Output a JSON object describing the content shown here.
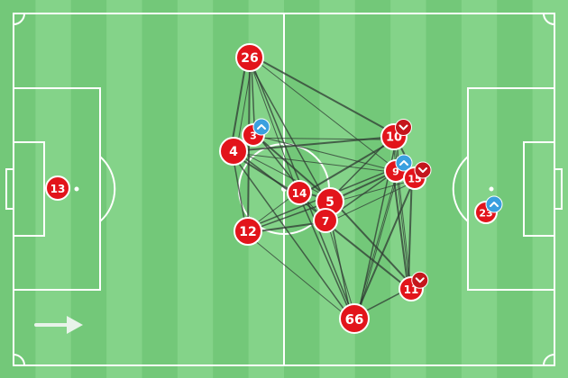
{
  "colors": {
    "pitch_light": "#84d389",
    "pitch_dark": "#73c879",
    "lines": "#ffffff",
    "pass_line": "#2f3a33",
    "player_fill": "#e2141b",
    "player_stroke": "#ffffff",
    "sub_off_badge": "#c4161c",
    "sub_on_badge": "#3aa0df"
  },
  "players": [
    {
      "number": "26",
      "sub": ""
    },
    {
      "number": "3",
      "sub": "on"
    },
    {
      "number": "4",
      "sub": ""
    },
    {
      "number": "14",
      "sub": ""
    },
    {
      "number": "5",
      "sub": ""
    },
    {
      "number": "7",
      "sub": ""
    },
    {
      "number": "12",
      "sub": ""
    },
    {
      "number": "10",
      "sub": "off"
    },
    {
      "number": "9",
      "sub": "on"
    },
    {
      "number": "15",
      "sub": "off"
    },
    {
      "number": "66",
      "sub": ""
    },
    {
      "number": "11",
      "sub": "off"
    },
    {
      "number": "13",
      "sub": ""
    },
    {
      "number": "23",
      "sub": "on"
    }
  ],
  "passes": [
    [
      "26",
      "4"
    ],
    [
      "26",
      "3"
    ],
    [
      "26",
      "12"
    ],
    [
      "26",
      "14"
    ],
    [
      "26",
      "5"
    ],
    [
      "26",
      "10"
    ],
    [
      "26",
      "9"
    ],
    [
      "26",
      "66"
    ],
    [
      "3",
      "4"
    ],
    [
      "3",
      "10"
    ],
    [
      "3",
      "14"
    ],
    [
      "3",
      "5"
    ],
    [
      "3",
      "9"
    ],
    [
      "4",
      "12"
    ],
    [
      "4",
      "14"
    ],
    [
      "4",
      "5"
    ],
    [
      "4",
      "7"
    ],
    [
      "4",
      "10"
    ],
    [
      "4",
      "9"
    ],
    [
      "4",
      "66"
    ],
    [
      "4",
      "26"
    ],
    [
      "12",
      "14"
    ],
    [
      "12",
      "5"
    ],
    [
      "12",
      "7"
    ],
    [
      "12",
      "66"
    ],
    [
      "12",
      "9"
    ],
    [
      "14",
      "5"
    ],
    [
      "14",
      "7"
    ],
    [
      "14",
      "66"
    ],
    [
      "14",
      "10"
    ],
    [
      "5",
      "7"
    ],
    [
      "5",
      "10"
    ],
    [
      "5",
      "9"
    ],
    [
      "5",
      "15"
    ],
    [
      "5",
      "66"
    ],
    [
      "5",
      "11"
    ],
    [
      "7",
      "66"
    ],
    [
      "7",
      "9"
    ],
    [
      "7",
      "11"
    ],
    [
      "7",
      "15"
    ],
    [
      "10",
      "9"
    ],
    [
      "10",
      "15"
    ],
    [
      "10",
      "11"
    ],
    [
      "9",
      "15"
    ],
    [
      "9",
      "11"
    ],
    [
      "9",
      "66"
    ],
    [
      "66",
      "11"
    ],
    [
      "66",
      "15"
    ],
    [
      "66",
      "9"
    ],
    [
      "66",
      "10"
    ],
    [
      "11",
      "15"
    ],
    [
      "11",
      "10"
    ]
  ]
}
